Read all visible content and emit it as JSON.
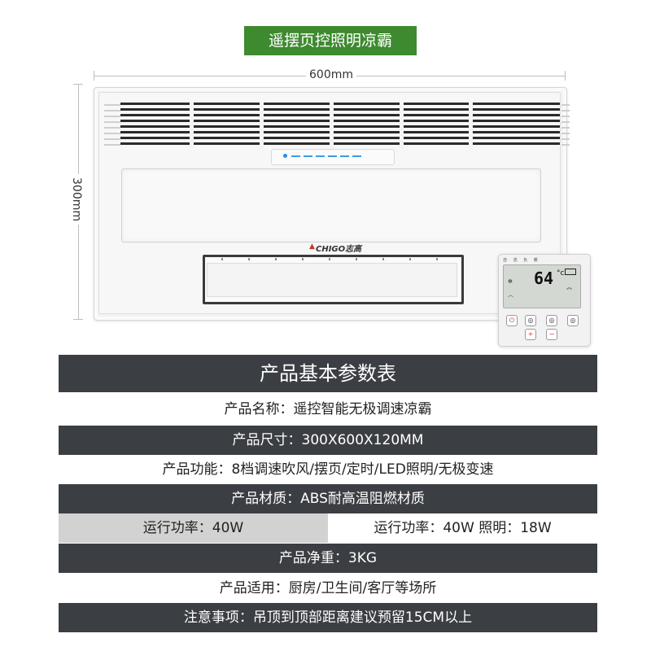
{
  "title_badge": "遥摆页控照明凉霸",
  "dimensions": {
    "width_label": "600mm",
    "height_label": "300mm"
  },
  "product": {
    "brand_logo_text": "CHIGO志高",
    "remote": {
      "header": "自 流 负 暖",
      "temperature": "64",
      "temperature_unit": "°c"
    }
  },
  "table": {
    "header": "产品基本参数表",
    "rows": [
      {
        "text": "产品名称：遥控智能无极调速凉霸",
        "style": "light"
      },
      {
        "text": "产品尺寸：300X600X120MM",
        "style": "dark"
      },
      {
        "text": "产品功能：8档调速吹风/摆页/定时/LED照明/无极变速",
        "style": "light"
      },
      {
        "text": "产品材质：ABS耐高温阻燃材质",
        "style": "dark"
      }
    ],
    "split_row": {
      "left": "运行功率：40W",
      "right": "运行功率：40W   照明：18W"
    },
    "rows_after": [
      {
        "text": "产品净重：3KG",
        "style": "dark"
      },
      {
        "text": "产品适用：厨房/卫生间/客厅等场所",
        "style": "light"
      },
      {
        "text": "注意事项：吊顶到顶部距离建议预留15CM以上",
        "style": "dark"
      }
    ]
  }
}
